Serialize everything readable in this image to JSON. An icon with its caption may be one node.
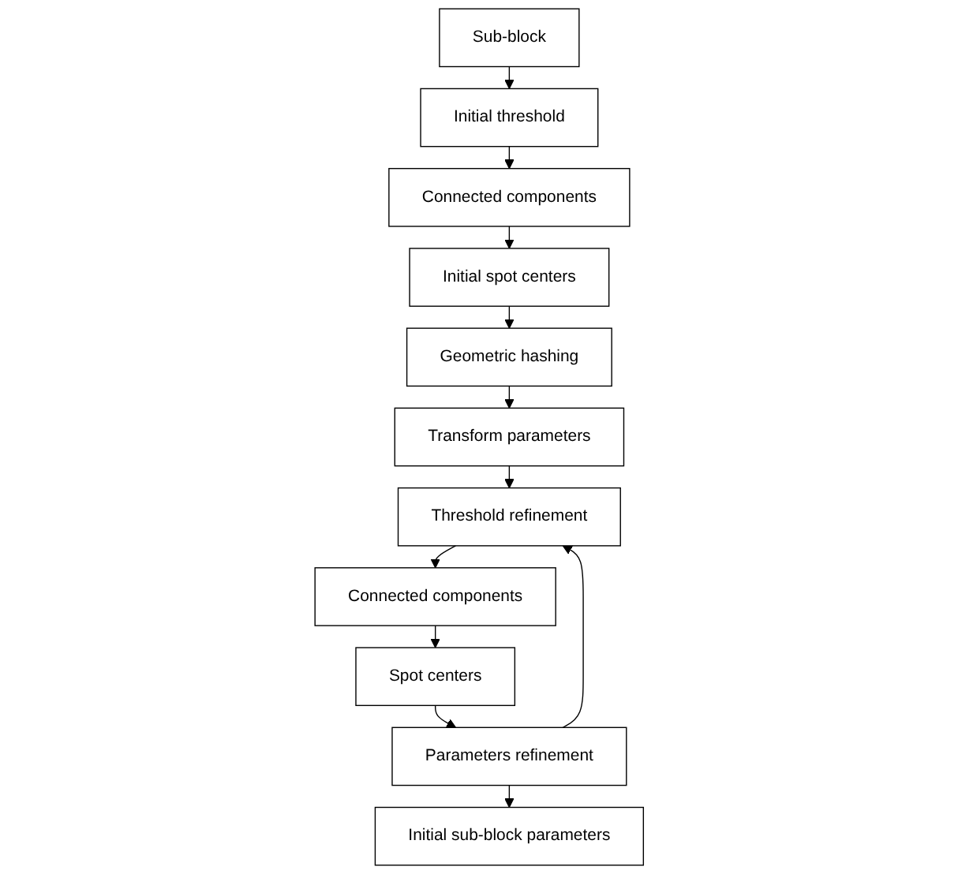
{
  "diagram": {
    "nodes": [
      {
        "text": [
          "Sub-block"
        ]
      },
      {
        "text": [
          "Initial threshold"
        ]
      },
      {
        "text": [
          "Connected components"
        ]
      },
      {
        "text": [
          "Initial spot centers"
        ]
      },
      {
        "text": [
          "Geometric hashing"
        ]
      },
      {
        "text": [
          "Transform parameters"
        ]
      },
      {
        "text": [
          "Threshold refinement"
        ]
      },
      {
        "text": [
          "Connected components"
        ]
      },
      {
        "text": [
          "Spot centers"
        ]
      },
      {
        "text": [
          "Parameters refinement"
        ]
      },
      {
        "text": [
          "Initial sub-block parameters"
        ]
      }
    ],
    "edges": [
      {
        "from": 0,
        "to": 1,
        "arrow": "to"
      },
      {
        "from": 1,
        "to": 2,
        "arrow": "to"
      },
      {
        "from": 2,
        "to": 3,
        "arrow": "to"
      },
      {
        "from": 3,
        "to": 4,
        "arrow": "to"
      },
      {
        "from": 4,
        "to": 5,
        "arrow": "to"
      },
      {
        "from": 5,
        "to": 6,
        "arrow": "to"
      },
      {
        "from": 6,
        "to": 7,
        "arrow": "to"
      },
      {
        "from": 7,
        "to": 8,
        "arrow": "to"
      },
      {
        "from": 8,
        "to": 9,
        "arrow": "to"
      },
      {
        "from": 9,
        "to": 10,
        "arrow": "to"
      },
      {
        "from": 9,
        "to": 6,
        "arrow": "to"
      }
    ]
  }
}
